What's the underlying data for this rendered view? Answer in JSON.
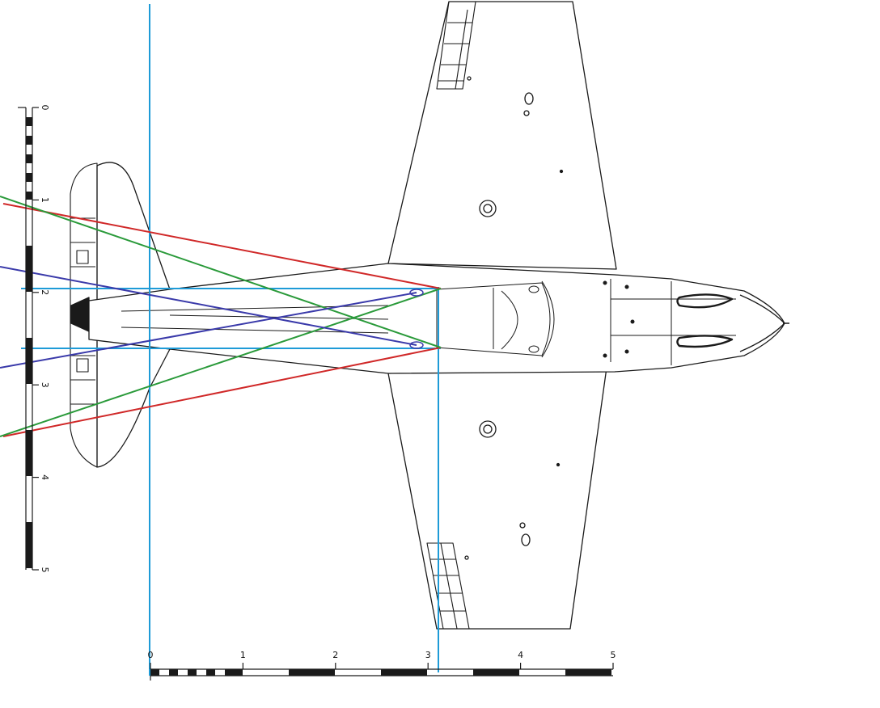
{
  "drawing": {
    "paper_color": "#ffffff",
    "ink_color": "#1a1a1a",
    "wheel_glyph": "⊛"
  },
  "bottom_scale": {
    "labels": [
      "0",
      "1",
      "2",
      "3",
      "4",
      "5"
    ],
    "range": [
      0,
      5
    ],
    "units": ""
  },
  "left_scale": {
    "labels": [
      "0",
      "1",
      "2",
      "3",
      "4",
      "5"
    ],
    "range": [
      0,
      5
    ],
    "units": ""
  },
  "overlay_lines": {
    "colors": {
      "reference": "#1e9bd7",
      "red": "#d02828",
      "green": "#2a9a3a",
      "blue": "#3a3aaa"
    }
  }
}
